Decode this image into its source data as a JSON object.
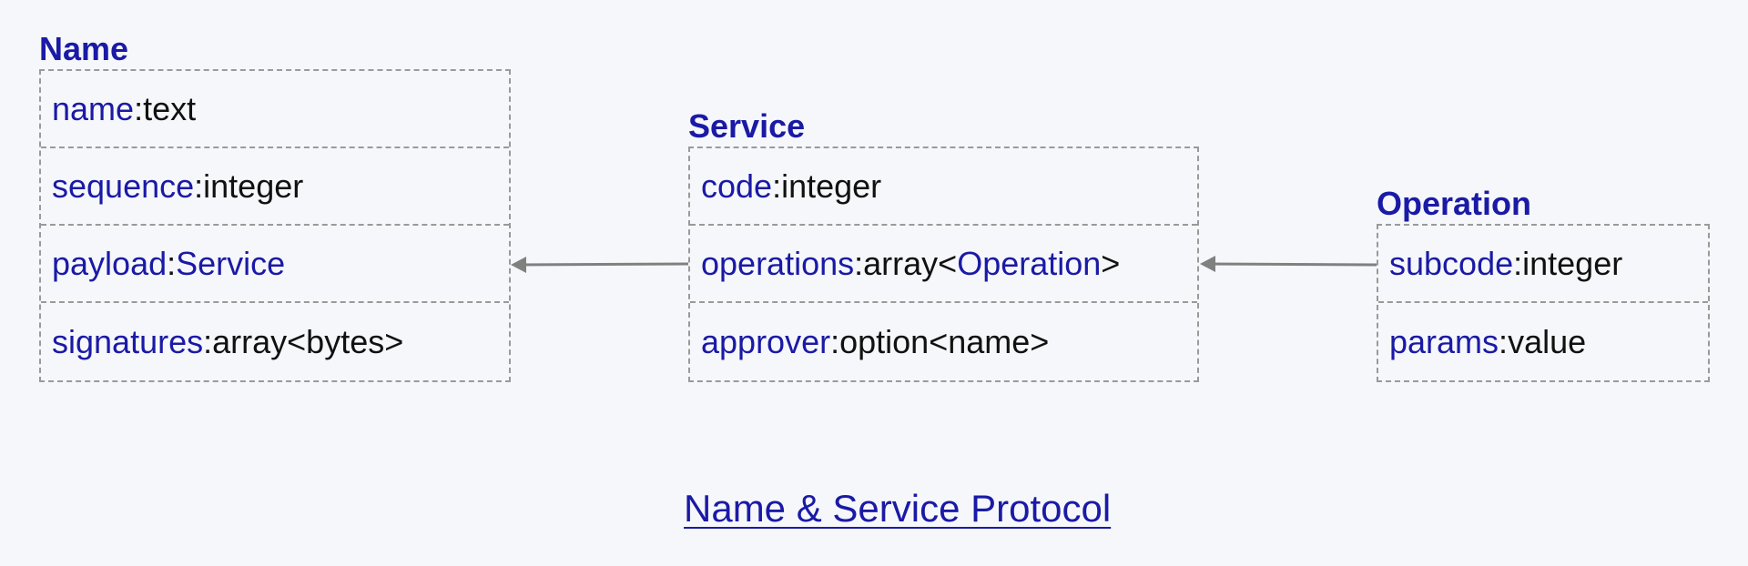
{
  "entities": {
    "name": {
      "title": "Name",
      "fields": [
        {
          "name": "name",
          "sep": ": ",
          "type": "text"
        },
        {
          "name": "sequence",
          "sep": ": ",
          "type": "integer"
        },
        {
          "name": "payload",
          "sep": ": ",
          "type_ref": "Service"
        },
        {
          "name": "signatures",
          "sep": ": ",
          "type": "array<bytes>"
        }
      ]
    },
    "service": {
      "title": "Service",
      "fields": [
        {
          "name": "code",
          "sep": ": ",
          "type": "integer"
        },
        {
          "name": "operations",
          "sep": ": ",
          "type_pre": "array<",
          "type_ref": "Operation",
          "type_post": ">"
        },
        {
          "name": "approver",
          "sep": ": ",
          "type": "option<name>"
        }
      ]
    },
    "operation": {
      "title": "Operation",
      "fields": [
        {
          "name": "subcode",
          "sep": ": ",
          "type": "integer"
        },
        {
          "name": "params",
          "sep": ": ",
          "type": "value"
        }
      ]
    }
  },
  "caption": "Name & Service Protocol",
  "colors": {
    "background": "#f6f7fa",
    "title": "#1a1aa6",
    "field_name": "#1a1aa6",
    "type_text": "#111111",
    "border": "#9a9a9a",
    "arrow": "#808080"
  }
}
